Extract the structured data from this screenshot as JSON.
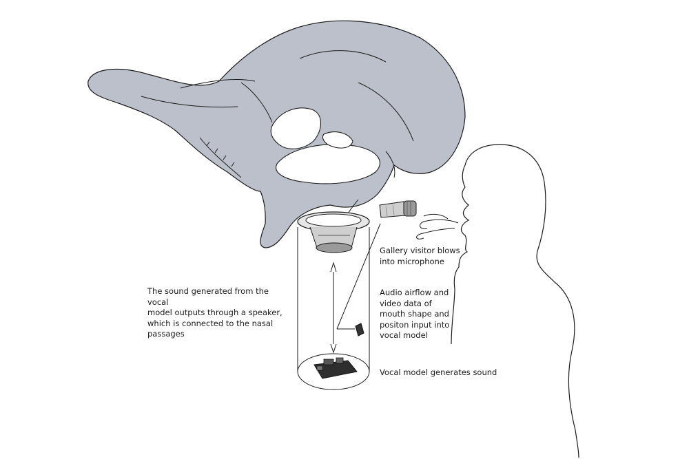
{
  "labels": {
    "speaker": "The sound generated from the vocal\nmodel outputs through a speaker,\nwhich is connected to the nasal\npassages",
    "mic": "Gallery visitor blows\ninto microphone",
    "audio": "Audio airflow and\nvideo data of\nmouth shape and\npositon input into\nvocal model",
    "vocal": "Vocal model generates sound"
  },
  "colors": {
    "skull_fill": "#bcc0ca",
    "line": "#1a1a1a",
    "background": "#ffffff"
  }
}
